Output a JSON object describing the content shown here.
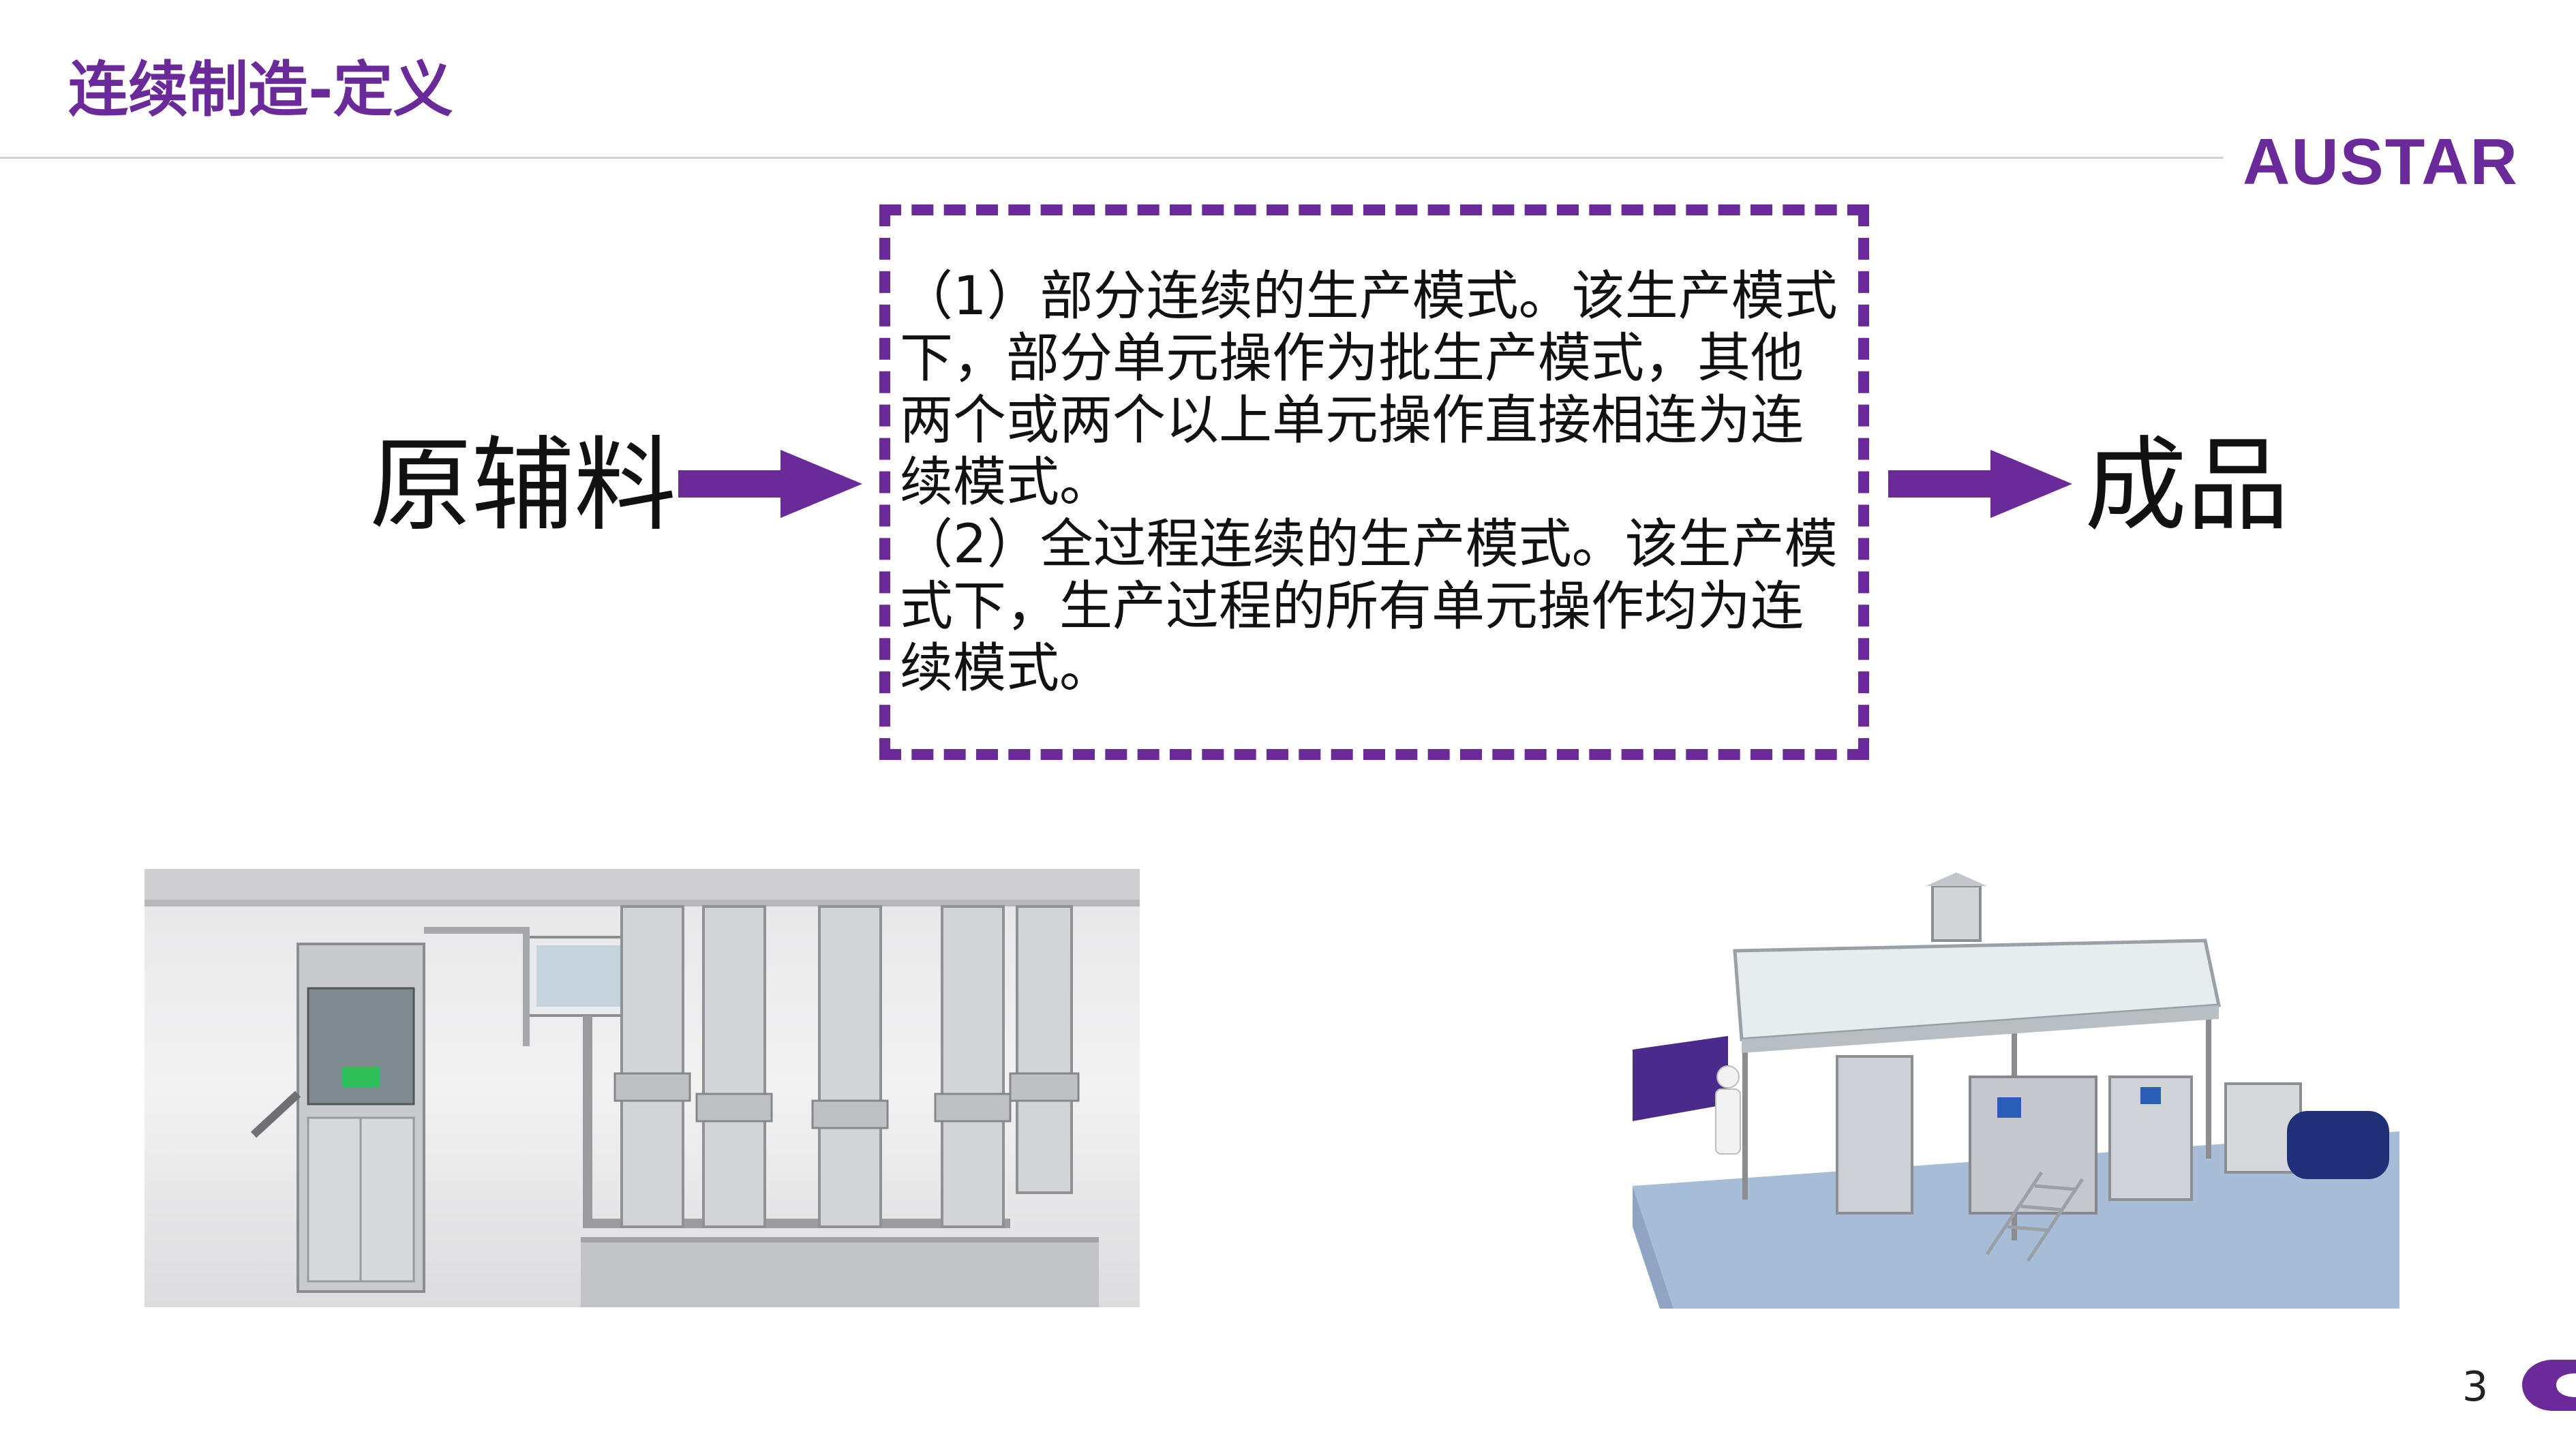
{
  "slide": {
    "title": "连续制造-定义",
    "page_number": "3"
  },
  "brand": {
    "logo_text": "AUSTAR",
    "accent_color": "#6a2a9a"
  },
  "flow": {
    "input_label": "原辅料",
    "output_label": "成品",
    "arrow_icon": "right-arrow-icon",
    "definition": {
      "item1": "（1）部分连续的生产模式。该生产模式下，部分单元操作为批生产模式，其他两个或两个以上单元操作直接相连为连续模式。",
      "item2": "（2）全过程连续的生产模式。该生产模式下，生产过程的所有单元操作均为连续模式。"
    }
  },
  "images": {
    "left": "tablet-press-continuous-line-photo",
    "right": "continuous-manufacturing-plant-photo"
  }
}
